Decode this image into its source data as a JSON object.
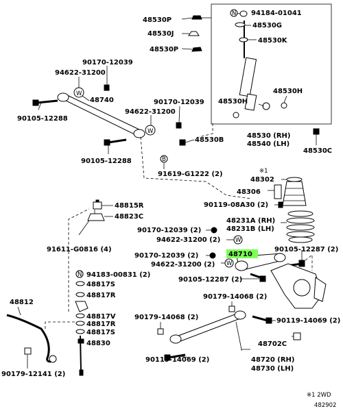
{
  "labels": {
    "l48530P_top": "48530P",
    "l94184": "94184-01041",
    "l48530G": "48530G",
    "l48530J": "48530J",
    "l48530K": "48530K",
    "l48530P_mid": "48530P",
    "l90170_a": "90170-12039",
    "l94622_a": "94622-31200",
    "l48740": "48740",
    "l48530H_left": "48530H",
    "l48530H_right": "48530H",
    "l90170_b": "90170-12039",
    "l94622_b": "94622-31200",
    "l90105_a": "90105-12288",
    "l48530B": "48530B",
    "l48530_rh": "48530 (RH)",
    "l48540_lh": "48540 (LH)",
    "l48530C": "48530C",
    "l90105_b": "90105-12288",
    "l91619": "91619-G1222 (2)",
    "l_note1_mark": "※1",
    "l48302": "48302",
    "l48306": "48306",
    "l48815R": "48815R",
    "l90119_08A30": "90119-08A30 (2)",
    "l48823C": "48823C",
    "l48231A": "48231A (RH)",
    "l48231B": "48231B (LH)",
    "l90170_c": "90170-12039 (2)",
    "l91611": "91611-G0816 (4)",
    "l94622_c": "94622-31200 (2)",
    "l90105_c": "90105-12287 (2)",
    "l90170_d": "90170-12039 (2)",
    "l48710": "48710",
    "l94622_d": "94622-31200 (2)",
    "l94183": "94183-00831 (2)",
    "l90105_d": "90105-12287 (2)",
    "l48817S_a": "48817S",
    "l48817R_a": "48817R",
    "l48812": "48812",
    "l90179_a": "90179-14068 (2)",
    "l48817V": "48817V",
    "l48817R_b": "48817R",
    "l48817S_b": "48817S",
    "l90179_b": "90179-14068 (2)",
    "l90119_14069_a": "90119-14069 (2)",
    "l48830": "48830",
    "l48702C": "48702C",
    "l90179_12141": "90179-12141 (2)",
    "l90119_14069_b": "90119-14069 (2)",
    "l48720": "48720 (RH)",
    "l48730": "48730 (LH)",
    "l_note_bottom": "※1 2WD",
    "l_code": "482902"
  },
  "highlight_color": "#7dff57"
}
